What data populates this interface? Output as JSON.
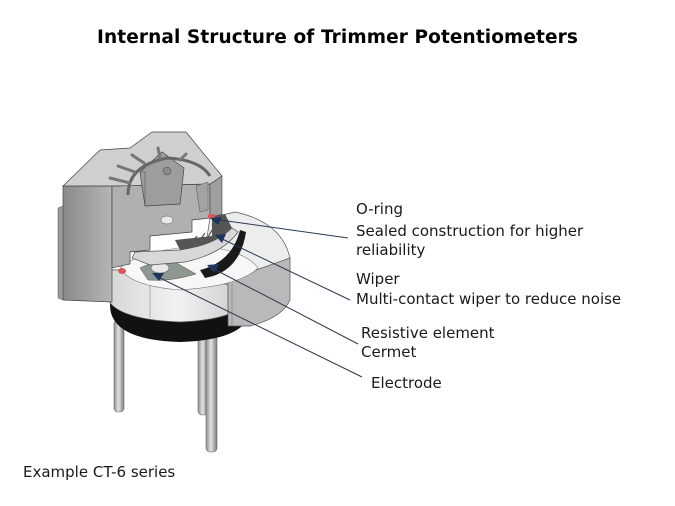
{
  "title": "Internal Structure of Trimmer Potentiometers",
  "callouts": [
    {
      "name": "o-ring",
      "lines": [
        "O-ring",
        "Sealed construction for higher",
        "reliability"
      ]
    },
    {
      "name": "wiper",
      "lines": [
        "Wiper",
        "Multi-contact wiper to reduce noise"
      ]
    },
    {
      "name": "resistive-element",
      "lines": [
        "Resistive element",
        "Cermet"
      ]
    },
    {
      "name": "electrode",
      "lines": [
        "Electrode"
      ]
    }
  ],
  "caption": "Example CT-6 series",
  "colors": {
    "leader_line": "#2b3a55",
    "arrow_head": "#1f3560",
    "body_gray": "#a9a9a9",
    "oring_red": "#d9585e",
    "black_band": "#111111"
  }
}
